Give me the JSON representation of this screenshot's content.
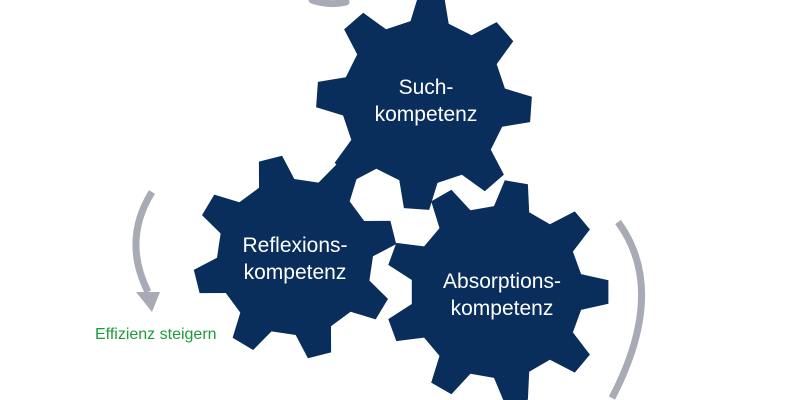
{
  "colors": {
    "gear": "#0a2e5c",
    "arrow": "#a8abb5",
    "caption": "#1e9a3a",
    "label": "#ffffff"
  },
  "gears": {
    "search": {
      "line1": "Such-",
      "line2": "kompetenz"
    },
    "reflection": {
      "line1": "Reflexions-",
      "line2": "kompetenz"
    },
    "absorption": {
      "line1": "Absorptions-",
      "line2": "kompetenz"
    }
  },
  "caption": {
    "text": "Effizienz steigern"
  }
}
